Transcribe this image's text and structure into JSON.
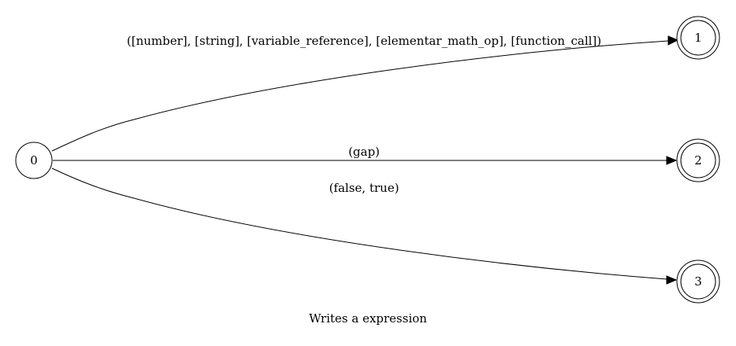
{
  "diagram": {
    "nodes": [
      {
        "id": "0",
        "label": "0",
        "accepting": false
      },
      {
        "id": "1",
        "label": "1",
        "accepting": true
      },
      {
        "id": "2",
        "label": "2",
        "accepting": true
      },
      {
        "id": "3",
        "label": "3",
        "accepting": true
      }
    ],
    "edges": [
      {
        "from": "0",
        "to": "1",
        "label": "([number], [string], [variable_reference], [elementar_math_op], [function_call])"
      },
      {
        "from": "0",
        "to": "2",
        "label": "(gap)"
      },
      {
        "from": "0",
        "to": "3",
        "label": "(false, true)"
      }
    ],
    "caption": "Writes a expression"
  }
}
